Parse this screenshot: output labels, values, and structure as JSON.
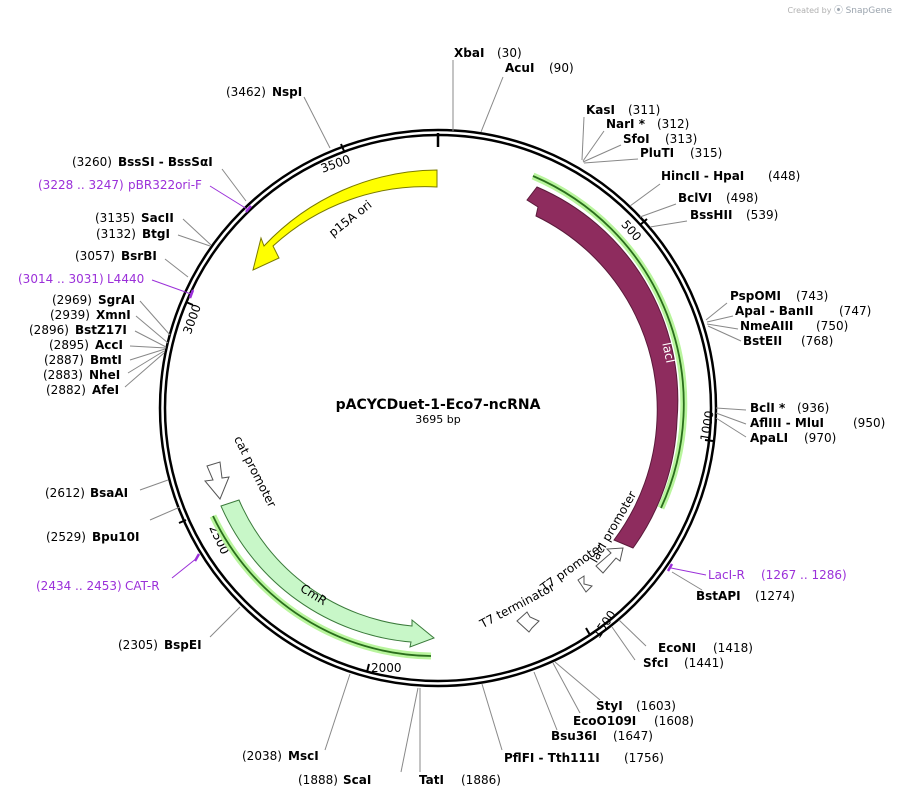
{
  "watermark": {
    "prefix": "Created by",
    "brand": "SnapGene"
  },
  "plasmid": {
    "name": "pACYCDuet-1-Eco7-ncRNA",
    "size_label": "3695 bp",
    "length": 3695
  },
  "ticks": [
    "500",
    "1000",
    "1500",
    "2000",
    "2500",
    "3000",
    "3500"
  ],
  "features": [
    {
      "name": "p15A ori",
      "color": "#ffff00",
      "text_color": "#000000"
    },
    {
      "name": "lacI",
      "color": "#8e2c5e",
      "text_color": "#ffffff"
    },
    {
      "name": "CmR",
      "color": "#c8f7c8",
      "text_color": "#000000"
    },
    {
      "name": "cat promoter",
      "color": "#ffffff",
      "text_color": "#000000"
    },
    {
      "name": "T7 promoter",
      "color": "#ffffff",
      "text_color": "#000000"
    },
    {
      "name": "lacI promoter",
      "color": "#ffffff",
      "text_color": "#000000"
    },
    {
      "name": "T7 terminator",
      "color": "#ffffff",
      "text_color": "#000000"
    }
  ],
  "primers": [
    {
      "range": "(3228 .. 3247)",
      "name": "pBR322ori-F"
    },
    {
      "range": "(3014 .. 3031)",
      "name": "L4440"
    },
    {
      "range": "(2434 .. 2453)",
      "name": "CAT-R"
    },
    {
      "name": "LacI-R",
      "range": "(1267 .. 1286)"
    }
  ],
  "sites": [
    {
      "name": "XbaI",
      "pos": "(30)"
    },
    {
      "name": "AcuI",
      "pos": "(90)"
    },
    {
      "name": "KasI",
      "pos": "(311)"
    },
    {
      "name": "NarI *",
      "pos": "(312)"
    },
    {
      "name": "SfoI",
      "pos": "(313)"
    },
    {
      "name": "PluTI",
      "pos": "(315)"
    },
    {
      "name": "HincII  - HpaI",
      "pos": "(448)"
    },
    {
      "name": "BclVI",
      "pos": "(498)"
    },
    {
      "name": "BssHII",
      "pos": "(539)"
    },
    {
      "name": "PspOMI",
      "pos": "(743)"
    },
    {
      "name": "ApaI  - BanII",
      "pos": "(747)"
    },
    {
      "name": "NmeAIII",
      "pos": "(750)"
    },
    {
      "name": "BstEII",
      "pos": "(768)"
    },
    {
      "name": "BclI *",
      "pos": "(936)"
    },
    {
      "name": "AflIII  - MluI",
      "pos": "(950)"
    },
    {
      "name": "ApaLI",
      "pos": "(970)"
    },
    {
      "name": "BstAPI",
      "pos": "(1274)"
    },
    {
      "name": "EcoNI",
      "pos": "(1418)"
    },
    {
      "name": "SfcI",
      "pos": "(1441)"
    },
    {
      "name": "StyI",
      "pos": "(1603)"
    },
    {
      "name": "EcoO109I",
      "pos": "(1608)"
    },
    {
      "name": "Bsu36I",
      "pos": "(1647)"
    },
    {
      "name": "PflFI  - Tth111I",
      "pos": "(1756)"
    },
    {
      "name": "TatI",
      "pos": "(1886)"
    },
    {
      "name": "ScaI",
      "pos": "(1888)"
    },
    {
      "name": "MscI",
      "pos": "(2038)"
    },
    {
      "name": "BspEI",
      "pos": "(2305)"
    },
    {
      "name": "Bpu10I",
      "pos": "(2529)"
    },
    {
      "name": "BsaAI",
      "pos": "(2612)"
    },
    {
      "name": "AfeI",
      "pos": "(2882)"
    },
    {
      "name": "NheI",
      "pos": "(2883)"
    },
    {
      "name": "BmtI",
      "pos": "(2887)"
    },
    {
      "name": "AccI",
      "pos": "(2895)"
    },
    {
      "name": "BstZ17I",
      "pos": "(2896)"
    },
    {
      "name": "XmnI",
      "pos": "(2939)"
    },
    {
      "name": "SgrAI",
      "pos": "(2969)"
    },
    {
      "name": "BsrBI",
      "pos": "(3057)"
    },
    {
      "name": "BtgI",
      "pos": "(3132)"
    },
    {
      "name": "SacII",
      "pos": "(3135)"
    },
    {
      "name": "BssSI  - BssSαI",
      "pos": "(3260)"
    },
    {
      "name": "NspI",
      "pos": "(3462)"
    }
  ]
}
